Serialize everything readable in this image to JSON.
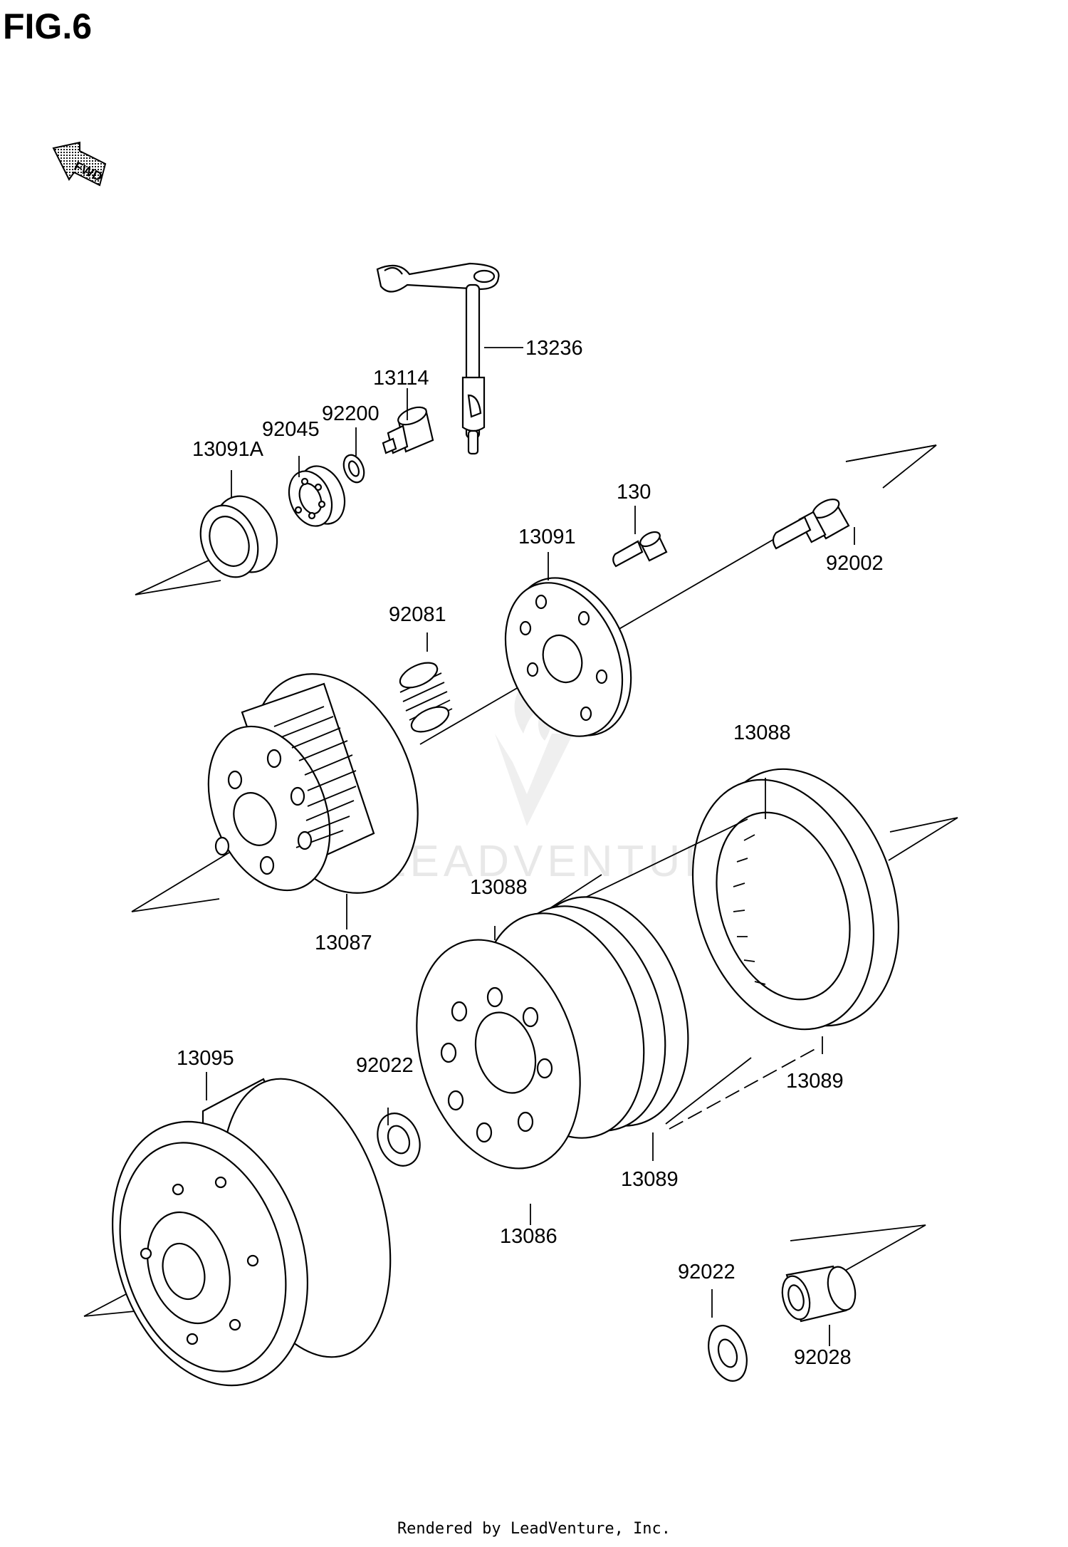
{
  "figure_title": "FIG.6",
  "direction_marker": "FWD",
  "watermark": "LEADVENTURE",
  "footer": "Rendered by LeadVenture, Inc.",
  "labels": {
    "p13236": "13236",
    "p13114": "13114",
    "p92200": "92200",
    "p92045": "92045",
    "p13091A": "13091A",
    "p130": "130",
    "p13091": "13091",
    "p92002": "92002",
    "p92081": "92081",
    "p13088a": "13088",
    "p13087": "13087",
    "p13088b": "13088",
    "p13089a": "13089",
    "p13089b": "13089",
    "p13095": "13095",
    "p92022a": "92022",
    "p13086": "13086",
    "p92022b": "92022",
    "p92028": "92028"
  }
}
